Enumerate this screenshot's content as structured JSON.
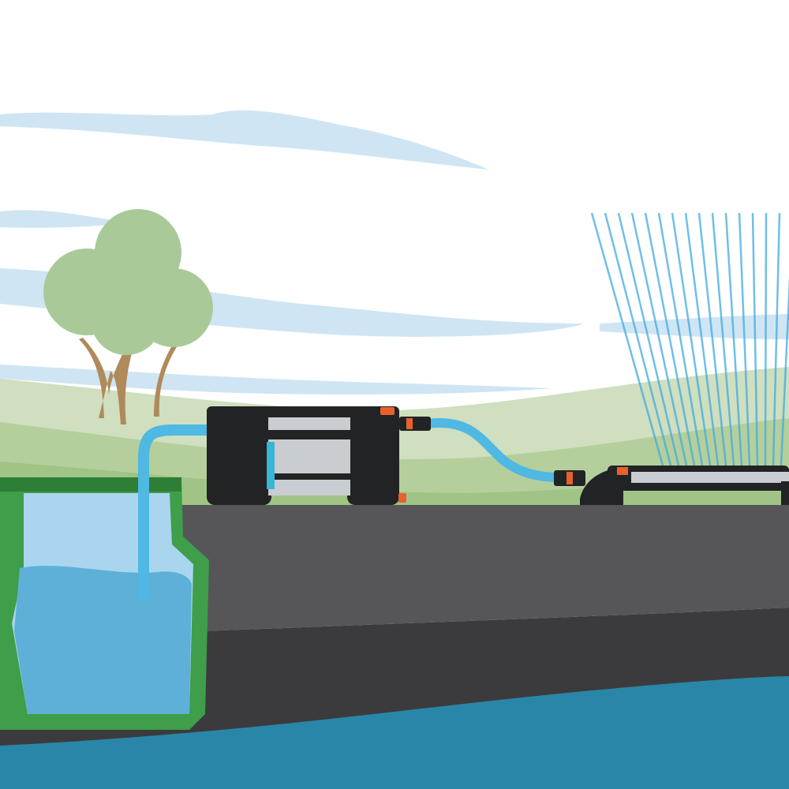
{
  "scene": {
    "elements": [
      "sky",
      "clouds",
      "tree",
      "hills",
      "water-tank",
      "suction-pipe",
      "garden-pump",
      "garden-hose",
      "hose-connectors",
      "oscillating-sprinkler",
      "water-spray",
      "soil",
      "groundwater"
    ],
    "colors": {
      "sky": "#ffffff",
      "cloud": "#cfe5f4",
      "hill_light": "#cfdfbf",
      "hill_mid": "#b4cf9c",
      "grass": "#9fc486",
      "soil_top": "#565658",
      "soil_deep": "#3b3b3d",
      "groundwater": "#2a86a8",
      "tank_green": "#3f9e4a",
      "tank_dark": "#2d7e37",
      "tank_water_light": "#a9d6ee",
      "tank_water_dark": "#5fb0d8",
      "hose_blue": "#4fb8e3",
      "pump_black": "#222325",
      "pump_silver": "#c9ccd0",
      "accent_orange": "#e8612c",
      "accent_cyan": "#38b6d8",
      "spray_blue": "#3fa9e0",
      "tree_foliage": "#a9c999",
      "tree_trunk": "#b08a5a"
    }
  }
}
